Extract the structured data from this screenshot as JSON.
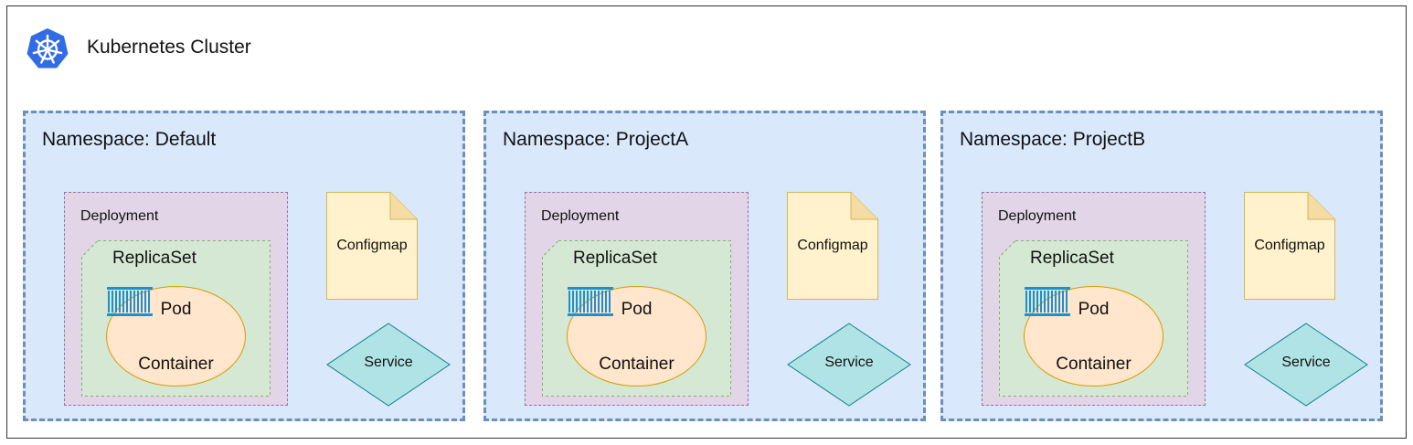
{
  "cluster": {
    "title": "Kubernetes Cluster",
    "logo": "kubernetes-helm-icon"
  },
  "namespaces": [
    {
      "title": "Namespace: Default",
      "deployment": "Deployment",
      "replicaset": "ReplicaSet",
      "pod": "Pod",
      "container": "Container",
      "configmap": "Configmap",
      "service": "Service"
    },
    {
      "title": "Namespace: ProjectA",
      "deployment": "Deployment",
      "replicaset": "ReplicaSet",
      "pod": "Pod",
      "container": "Container",
      "configmap": "Configmap",
      "service": "Service"
    },
    {
      "title": "Namespace: ProjectB",
      "deployment": "Deployment",
      "replicaset": "ReplicaSet",
      "pod": "Pod",
      "container": "Container",
      "configmap": "Configmap",
      "service": "Service"
    }
  ],
  "colors": {
    "namespace_fill": "#dae8fc",
    "namespace_stroke": "#6c8ebf",
    "deployment_fill": "#e1d5e7",
    "deployment_stroke": "#9673a6",
    "replicaset_fill": "#d5e8d4",
    "replicaset_stroke": "#82b366",
    "pod_fill": "#ffe6cc",
    "pod_stroke": "#d79b00",
    "configmap_fill": "#fff2cc",
    "configmap_stroke": "#d6b656",
    "service_fill": "#b0e3e6",
    "service_stroke": "#0e8088",
    "container_icon": "#1e8fd0",
    "logo": "#326ce5"
  }
}
